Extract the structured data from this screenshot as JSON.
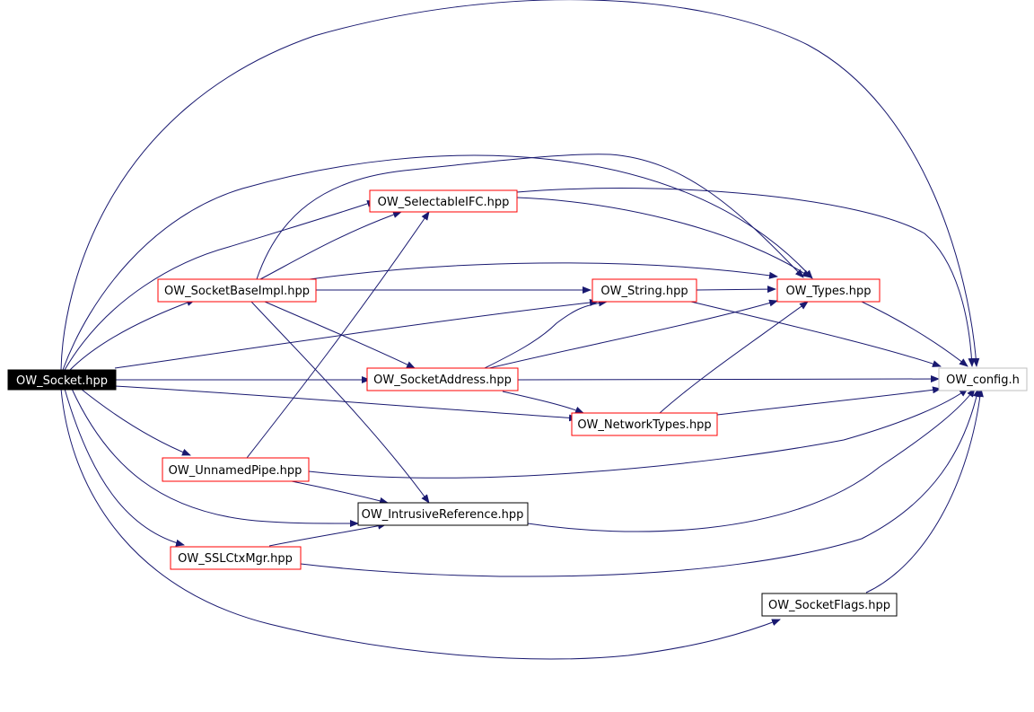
{
  "graph": {
    "colors": {
      "edge": "#191970",
      "arrowhead": "#191970",
      "node_border_linked": "#ff0000",
      "node_border_plain": "#000000",
      "node_border_external": "#bfbfbf",
      "root_fill": "#000000",
      "root_text": "#ffffff",
      "node_text": "#000000"
    },
    "nodes": [
      {
        "id": "socket",
        "label": "OW_Socket.hpp",
        "style": "root"
      },
      {
        "id": "selectable",
        "label": "OW_SelectableIFC.hpp",
        "style": "linked"
      },
      {
        "id": "basemimpl",
        "label": "OW_SocketBaseImpl.hpp",
        "style": "linked"
      },
      {
        "id": "string",
        "label": "OW_String.hpp",
        "style": "linked"
      },
      {
        "id": "types",
        "label": "OW_Types.hpp",
        "style": "linked"
      },
      {
        "id": "sockaddr",
        "label": "OW_SocketAddress.hpp",
        "style": "linked"
      },
      {
        "id": "config",
        "label": "OW_config.h",
        "style": "external"
      },
      {
        "id": "nettypes",
        "label": "OW_NetworkTypes.hpp",
        "style": "linked"
      },
      {
        "id": "pipe",
        "label": "OW_UnnamedPipe.hpp",
        "style": "linked"
      },
      {
        "id": "intrusive",
        "label": "OW_IntrusiveReference.hpp",
        "style": "plain"
      },
      {
        "id": "sslctx",
        "label": "OW_SSLCtxMgr.hpp",
        "style": "linked"
      },
      {
        "id": "flags",
        "label": "OW_SocketFlags.hpp",
        "style": "plain"
      }
    ],
    "edges": [
      {
        "from": "socket",
        "to": "config"
      },
      {
        "from": "socket",
        "to": "types"
      },
      {
        "from": "socket",
        "to": "selectable"
      },
      {
        "from": "socket",
        "to": "basemimpl"
      },
      {
        "from": "socket",
        "to": "string"
      },
      {
        "from": "socket",
        "to": "sockaddr"
      },
      {
        "from": "socket",
        "to": "nettypes"
      },
      {
        "from": "socket",
        "to": "pipe"
      },
      {
        "from": "socket",
        "to": "intrusive"
      },
      {
        "from": "socket",
        "to": "sslctx"
      },
      {
        "from": "socket",
        "to": "flags"
      },
      {
        "from": "selectable",
        "to": "types"
      },
      {
        "from": "selectable",
        "to": "config"
      },
      {
        "from": "basemimpl",
        "to": "selectable"
      },
      {
        "from": "basemimpl",
        "to": "types"
      },
      {
        "from": "basemimpl",
        "to": "string"
      },
      {
        "from": "basemimpl",
        "to": "sockaddr"
      },
      {
        "from": "basemimpl",
        "to": "intrusive"
      },
      {
        "from": "string",
        "to": "types"
      },
      {
        "from": "string",
        "to": "config"
      },
      {
        "from": "types",
        "to": "config"
      },
      {
        "from": "sockaddr",
        "to": "string"
      },
      {
        "from": "sockaddr",
        "to": "types"
      },
      {
        "from": "sockaddr",
        "to": "config"
      },
      {
        "from": "sockaddr",
        "to": "nettypes"
      },
      {
        "from": "nettypes",
        "to": "types"
      },
      {
        "from": "nettypes",
        "to": "config"
      },
      {
        "from": "pipe",
        "to": "selectable"
      },
      {
        "from": "pipe",
        "to": "intrusive"
      },
      {
        "from": "pipe",
        "to": "config"
      },
      {
        "from": "sslctx",
        "to": "intrusive"
      },
      {
        "from": "sslctx",
        "to": "config"
      },
      {
        "from": "flags",
        "to": "config"
      }
    ]
  }
}
